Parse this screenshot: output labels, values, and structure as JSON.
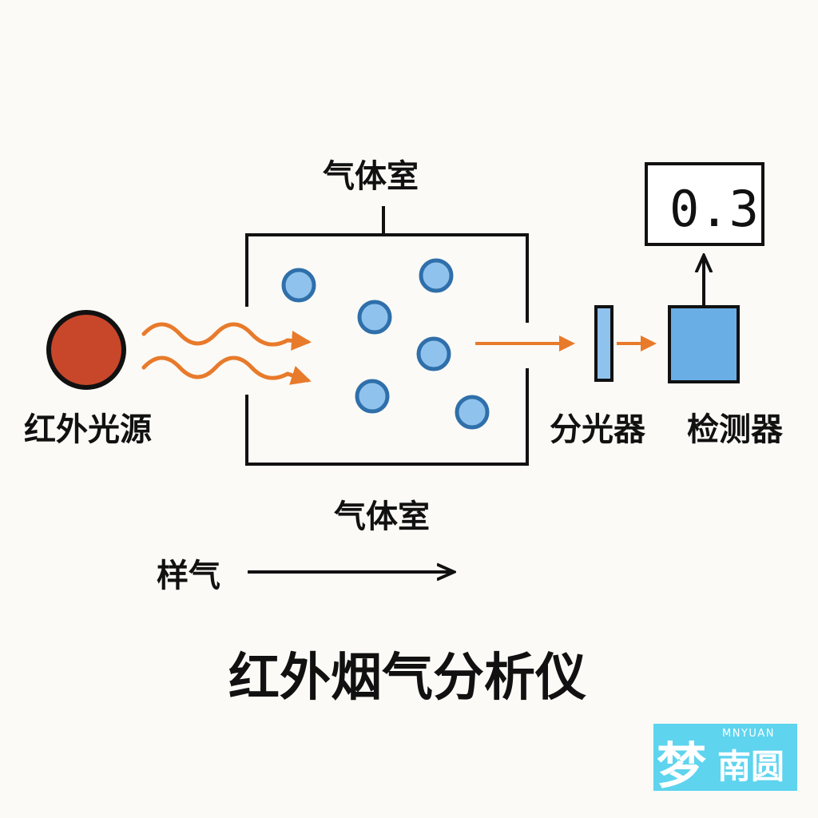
{
  "labels": {
    "source": "红外光源",
    "chamber_top": "气体室",
    "chamber_bottom": "气体室",
    "splitter": "分光器",
    "detector": "检测器",
    "sample": "样气",
    "title": "红外烟气分析仪"
  },
  "display": {
    "value": "0.3"
  },
  "watermark": {
    "latin": "MNYUAN",
    "glyph_big": "梦",
    "glyph_small": "南圆"
  },
  "colors": {
    "background": "#fbfaf6",
    "source": "#c8472b",
    "ray": "#e87a2b",
    "molecule_fill": "#8fc3ee",
    "molecule_stroke": "#2f6faa",
    "splitter_fill": "#8fc3ee",
    "detector_fill": "#6aaee6",
    "watermark": "#5ed4ee"
  }
}
